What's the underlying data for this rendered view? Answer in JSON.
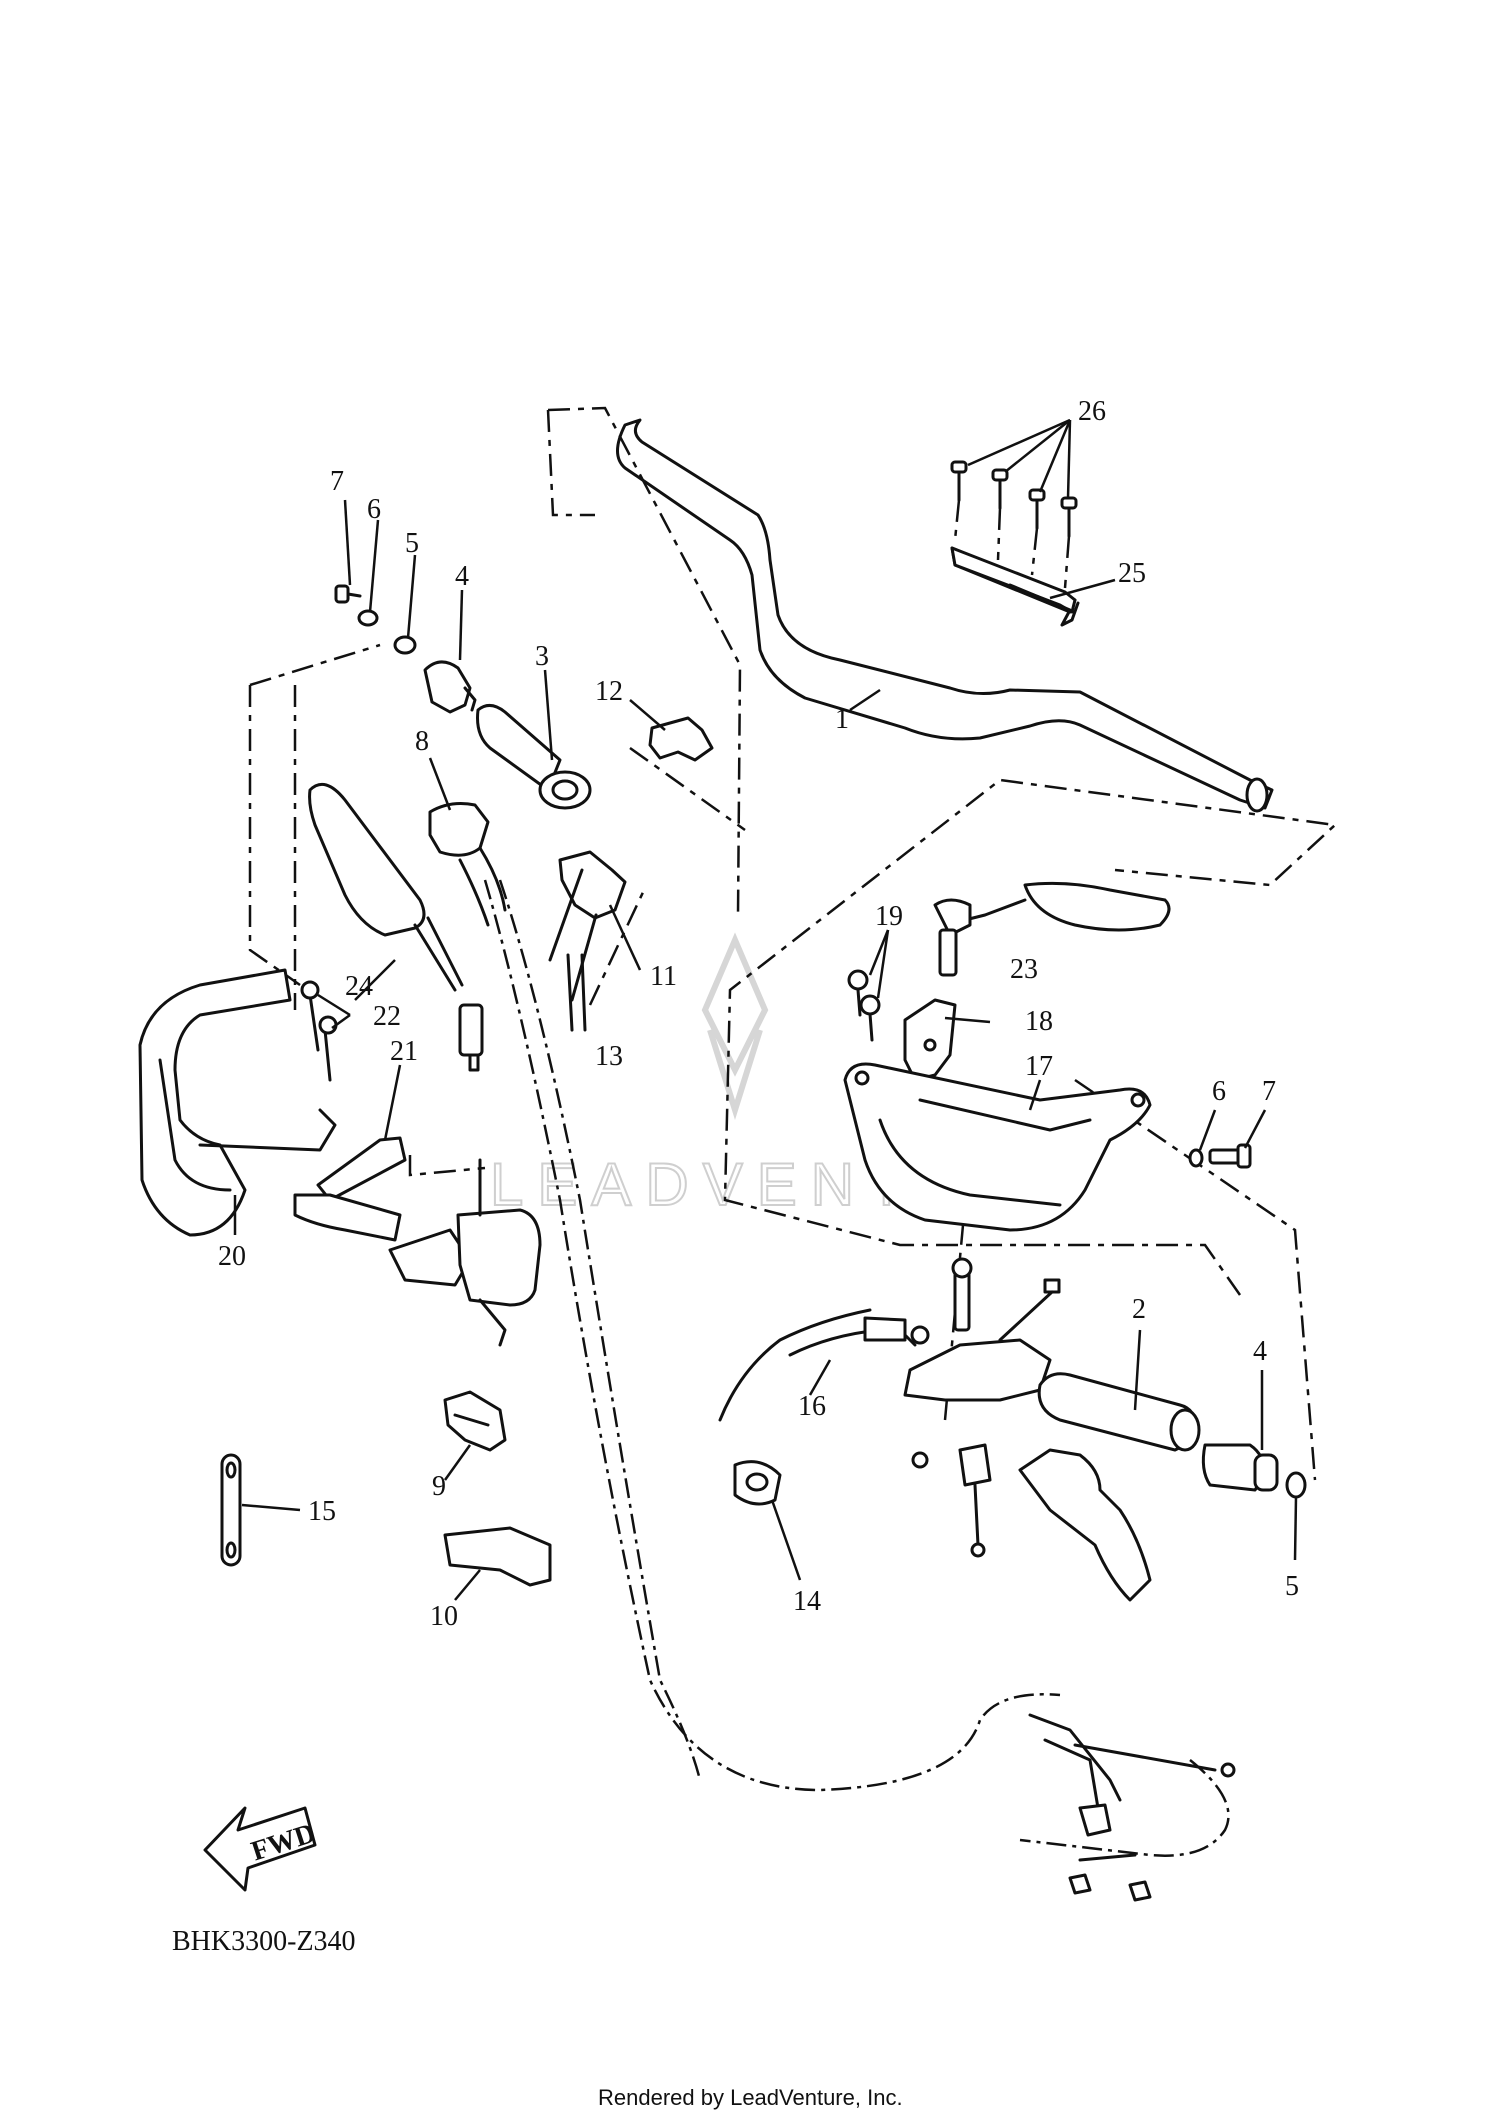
{
  "diagram": {
    "code": "BHK3300-Z340",
    "credit": "Rendered by LeadVenture, Inc.",
    "watermark": "LEADVENTURE",
    "fwd_label": "FWD",
    "callouts": [
      "1",
      "2",
      "3",
      "4",
      "5",
      "6",
      "7",
      "8",
      "9",
      "10",
      "11",
      "12",
      "13",
      "14",
      "15",
      "16",
      "17",
      "18",
      "19",
      "20",
      "21",
      "22",
      "23",
      "24",
      "25",
      "26"
    ]
  }
}
